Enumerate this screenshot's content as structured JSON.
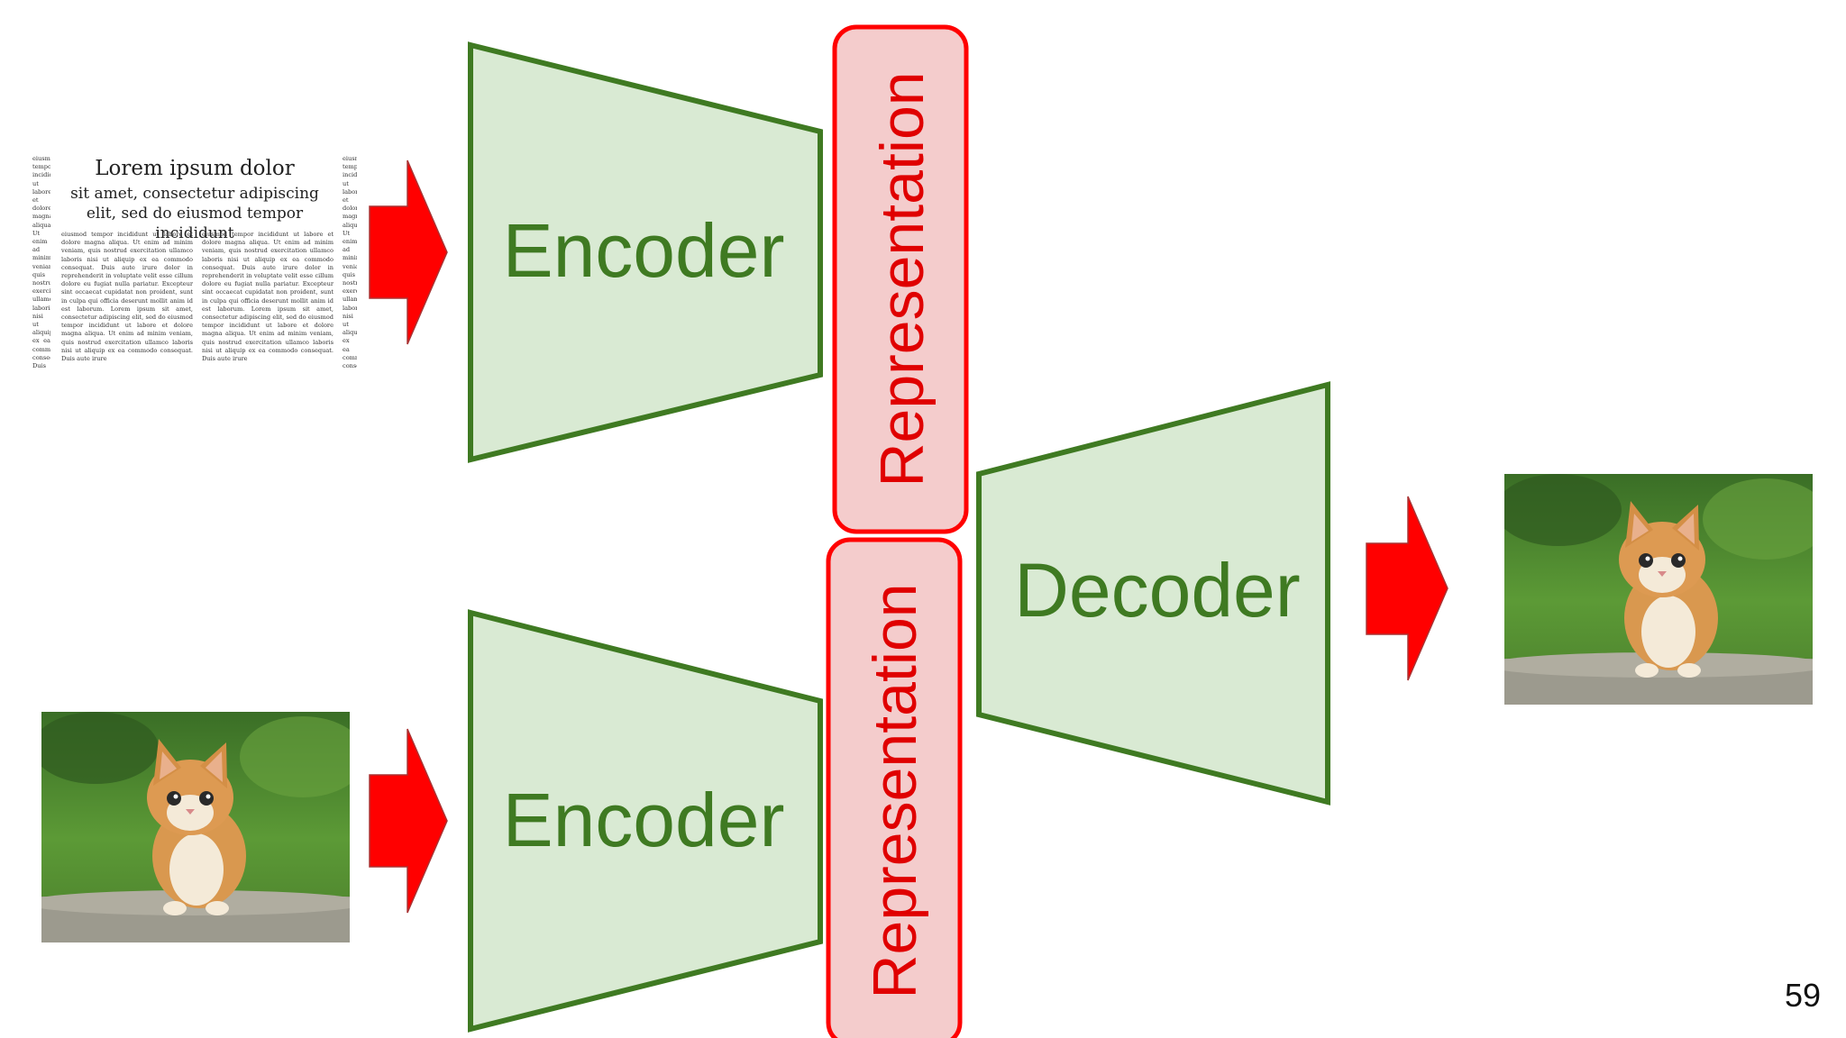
{
  "diagram": {
    "encoder_top_label": "Encoder",
    "encoder_bottom_label": "Encoder",
    "decoder_label": "Decoder",
    "representation_top_label": "Representation",
    "representation_bottom_label": "Representation"
  },
  "document_thumbnail": {
    "title": "Lorem ipsum dolor",
    "subtitle": "sit amet, consectetur adipiscing elit, sed do eiusmod tempor incididunt",
    "body_text": "eiusmod tempor incididunt ut labore et dolore magna aliqua. Ut enim ad minim veniam, quis nostrud exercitation ullamco laboris nisi ut aliquip ex ea commodo consequat. Duis aute irure dolor in reprehenderit in voluptate velit esse cillum dolore eu fugiat nulla pariatur. Excepteur sint occaecat cupidatat non proident, sunt in culpa qui officia deserunt mollit anim id est laborum. Lorem ipsum sit amet, consectetur adipiscing elit, sed do eiusmod tempor incididunt ut labore et dolore magna aliqua. Ut enim ad minim veniam, quis nostrud exercitation ullamco laboris nisi ut aliquip ex ea commodo consequat. Duis aute irure"
  },
  "page_number": "59",
  "colors": {
    "block_fill": "#d9ead3",
    "block_stroke": "#3f7a22",
    "block_text": "#3f7a22",
    "representation_fill": "#f4cccc",
    "representation_stroke": "#ff0000",
    "representation_text": "#e00000",
    "arrow": "#ff0000"
  },
  "icons": {
    "input_document": "document-thumbnail",
    "input_photo": "kitten-photo",
    "output_photo": "kitten-photo"
  }
}
